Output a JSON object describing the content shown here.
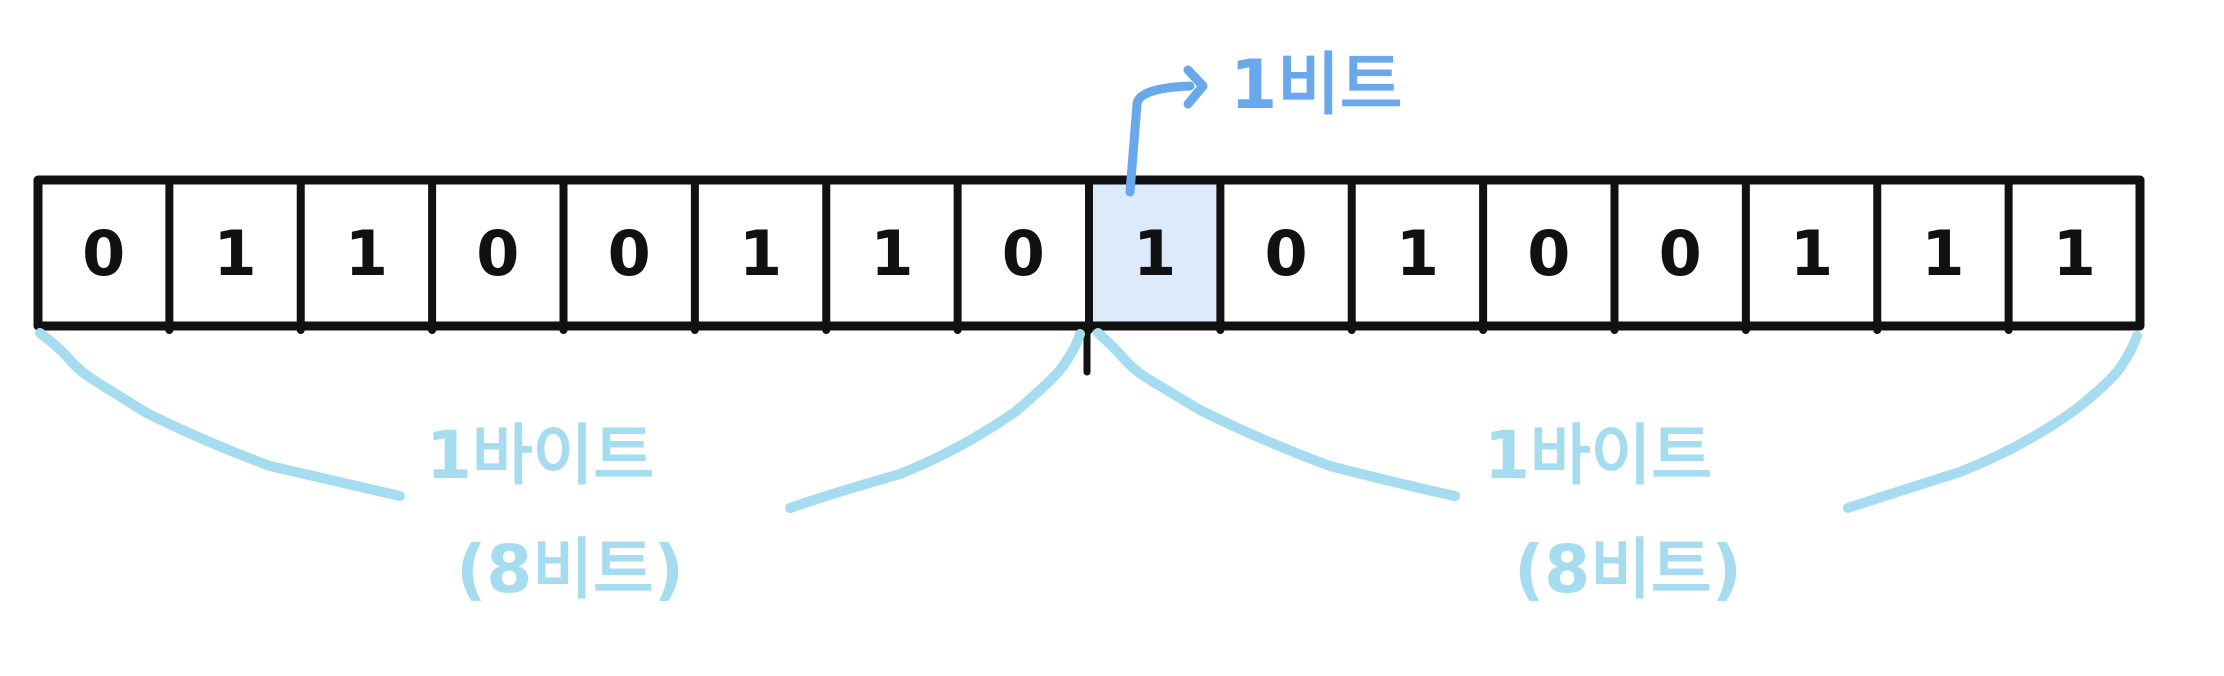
{
  "bits": [
    "0",
    "1",
    "1",
    "0",
    "0",
    "1",
    "1",
    "0",
    "1",
    "0",
    "1",
    "0",
    "0",
    "1",
    "1",
    "1"
  ],
  "highlighted_bit_index": 8,
  "labels": {
    "bit": "1비트",
    "byte_left_line1": "1바이트",
    "byte_left_line2": "(8비트)",
    "byte_right_line1": "1바이트",
    "byte_right_line2": "(8비트)"
  },
  "colors": {
    "cell_stroke": "#111111",
    "bit_text": "#111111",
    "highlight_fill": "#dceafc",
    "bit_label": "#6aa8ee",
    "byte_label": "#a6dcef",
    "brace": "#a6dcef",
    "arrow": "#6aa8ee"
  }
}
